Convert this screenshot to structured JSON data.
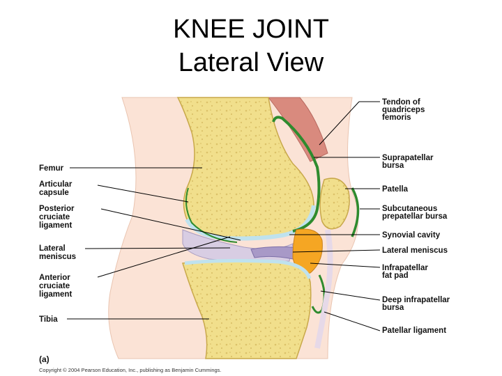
{
  "title": {
    "line1": "KNEE JOINT",
    "line2": "Lateral View"
  },
  "labels_left": [
    {
      "lines": [
        "Femur"
      ]
    },
    {
      "lines": [
        "Articular",
        "capsule"
      ]
    },
    {
      "lines": [
        "Posterior",
        "cruciate",
        "ligament"
      ]
    },
    {
      "lines": [
        "Lateral",
        "meniscus"
      ]
    },
    {
      "lines": [
        "Anterior",
        "cruciate",
        "ligament"
      ]
    },
    {
      "lines": [
        "Tibia"
      ]
    }
  ],
  "labels_right": [
    {
      "lines": [
        "Tendon of",
        "quadriceps",
        "femoris"
      ]
    },
    {
      "lines": [
        "Suprapatellar",
        "bursa"
      ]
    },
    {
      "lines": [
        "Patella"
      ]
    },
    {
      "lines": [
        "Subcutaneous",
        "prepatellar bursa"
      ]
    },
    {
      "lines": [
        "Synovial cavity"
      ]
    },
    {
      "lines": [
        "Lateral meniscus"
      ]
    },
    {
      "lines": [
        "Infrapatellar",
        "fat pad"
      ]
    },
    {
      "lines": [
        "Deep infrapatellar",
        "bursa"
      ]
    },
    {
      "lines": [
        "Patellar ligament"
      ]
    }
  ],
  "panel_letter": "(a)",
  "copyright": "Copyright © 2004 Pearson Education, Inc., publishing as Benjamin Cummings.",
  "colors": {
    "bone": "#f1df8c",
    "bone_edge": "#c8a84a",
    "skin": "#fbe3d6",
    "cartilage": "#bfe2ee",
    "synovial_membrane": "#2e8b2e",
    "ligament": "#d8cde3",
    "fat_pad": "#f5a623"
  }
}
